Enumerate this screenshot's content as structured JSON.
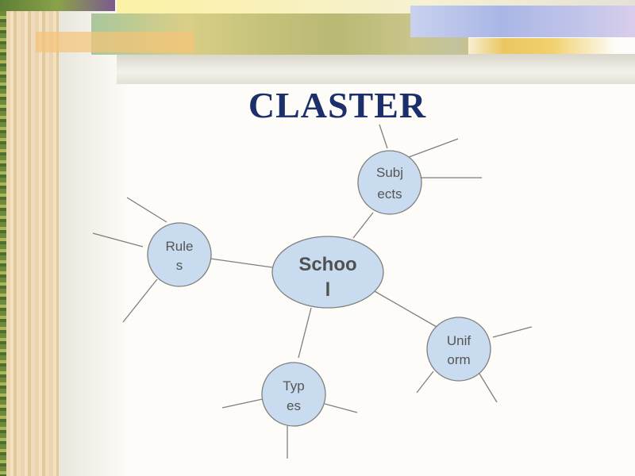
{
  "slide": {
    "title": "CLASTER",
    "center": {
      "line1": "Schoo",
      "line2": "l"
    },
    "nodes": [
      {
        "id": "subjects",
        "line1": "Subj",
        "line2": "ects"
      },
      {
        "id": "rules",
        "line1": "Rule",
        "line2": "s"
      },
      {
        "id": "uniform",
        "line1": "Unif",
        "line2": "orm"
      },
      {
        "id": "types",
        "line1": "Typ",
        "line2": "es"
      }
    ],
    "colors": {
      "title": "#1b2f6b",
      "node_fill": "#c9dcef",
      "node_stroke": "#7f7f7f",
      "line": "#7f7f7f"
    }
  }
}
